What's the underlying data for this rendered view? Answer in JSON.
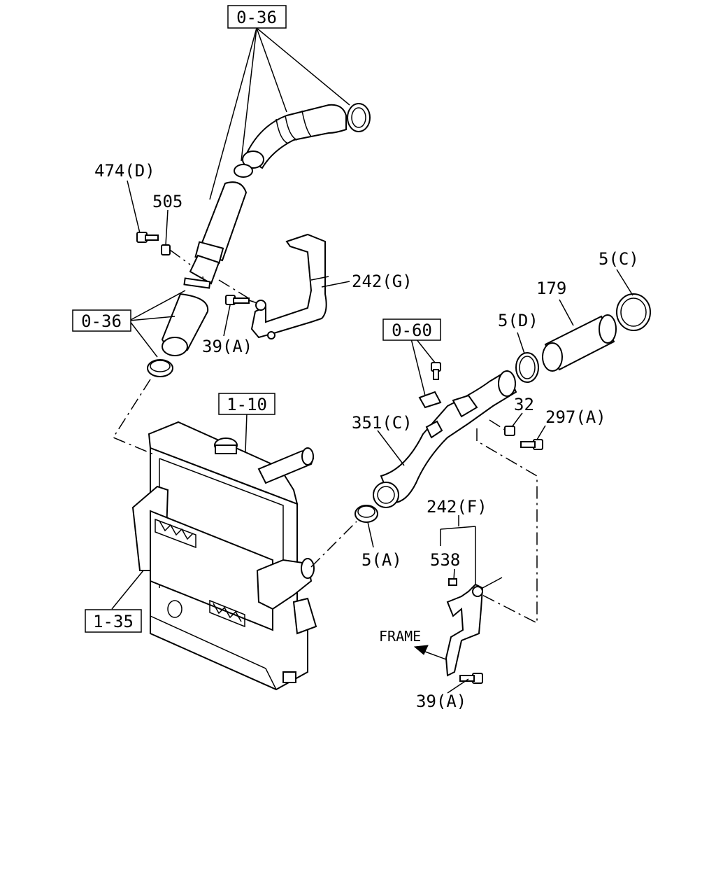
{
  "callouts": {
    "ref_036_top": "0-36",
    "ref_036_left": "0-36",
    "ref_060": "0-60",
    "ref_110": "1-10",
    "ref_135": "1-35"
  },
  "labels": {
    "p474d": "474(D)",
    "p505": "505",
    "p242g": "242(G)",
    "p39a_upper": "39(A)",
    "p5c": "5(C)",
    "p179": "179",
    "p5d": "5(D)",
    "p32": "32",
    "p297a": "297(A)",
    "p351c": "351(C)",
    "p242f": "242(F)",
    "p538": "538",
    "p5a": "5(A)",
    "p39a_lower": "39(A)",
    "frame": "FRAME"
  }
}
